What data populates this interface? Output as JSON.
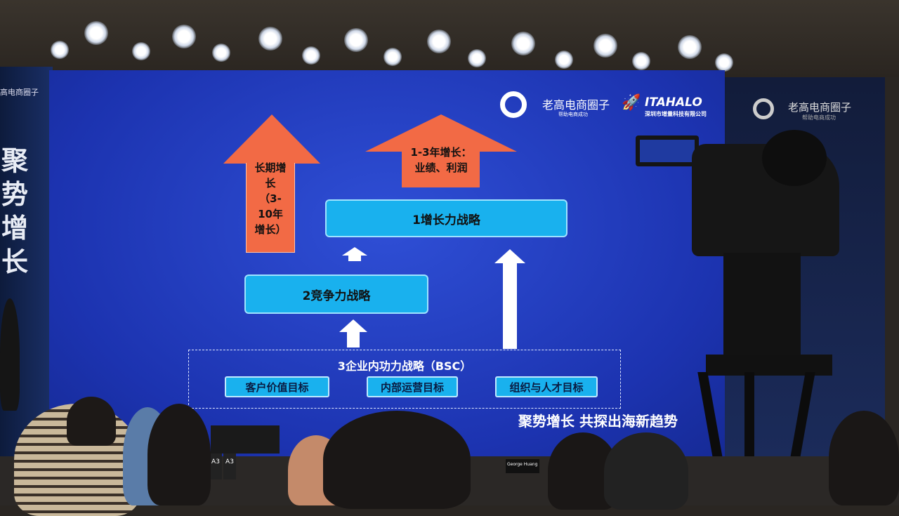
{
  "slide": {
    "logo_text": "老高电商圈子",
    "logo_slogan": "帮助电商成功",
    "partner_logo": "ITAHALO",
    "partner_company": "深圳市增量科技有限公司",
    "long_term_arrow": [
      "长期增",
      "长",
      "（3-",
      "10年",
      "增长）"
    ],
    "short_term_arrow": [
      "1-3年增长：",
      "业绩、利润"
    ],
    "strategy_1": "1增长力战略",
    "strategy_2": "2竞争力战略",
    "strategy_3_title": "3企业内功力战略（BSC）",
    "goals": [
      "客户价值目标",
      "内部运营目标",
      "组织与人才目标"
    ],
    "tagline": "聚势增长 共探出海新趋势"
  },
  "right_banner": {
    "logo_text": "老高电商圈子",
    "logo_slogan": "帮助电商成功"
  },
  "left_banner": {
    "logo_text": "高电商圈子",
    "vertical_text": "聚势增长"
  },
  "name_card": "George Huang",
  "seat_cards": [
    "A3",
    "A3"
  ],
  "colors": {
    "screen_blue": "#1f3ac0",
    "box_cyan": "#19b1ee",
    "arrow_orange": "#f26a45"
  }
}
